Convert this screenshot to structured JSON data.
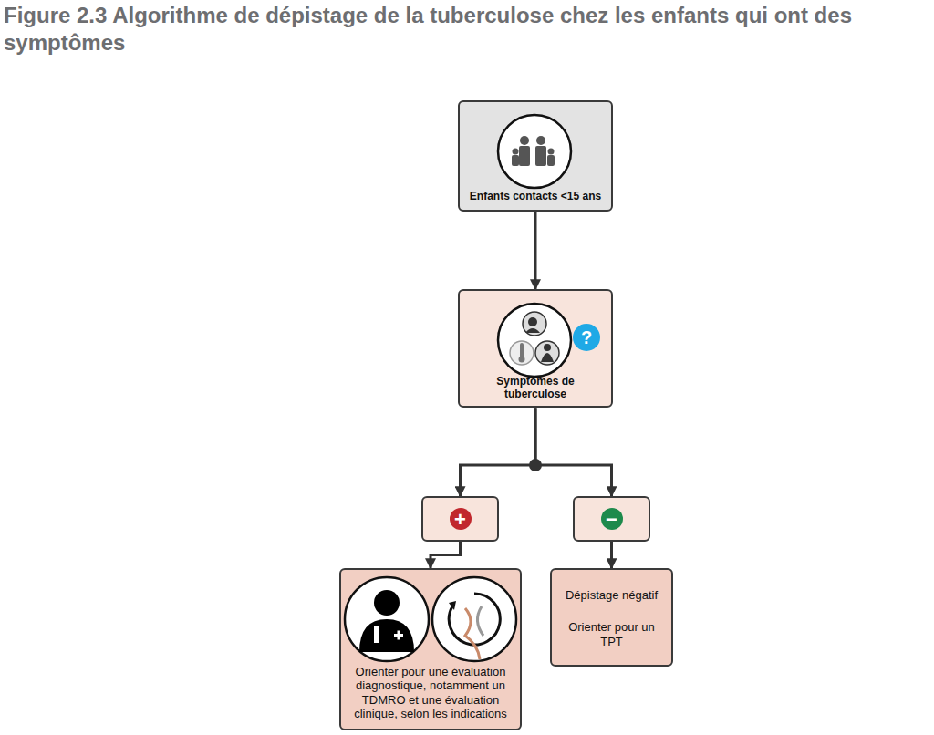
{
  "diagram": {
    "title": "Figure 2.3 Algorithme de dépistage de la tuberculose chez les enfants qui ont des symptômes",
    "nodes": [
      {
        "text": [
          "Enfants contacts <15 ans"
        ]
      },
      {
        "text": [
          "Symptômes de tuberculose"
        ]
      },
      {
        "text": [
          "+"
        ]
      },
      {
        "text": [
          "−"
        ]
      },
      {
        "text": [
          "Orienter pour une évaluation diagnostique, notamment un TDMRO et une évaluation clinique, selon les indications"
        ]
      },
      {
        "text": [
          "Dépistage négatif",
          "Orienter pour un TPT"
        ]
      }
    ],
    "edges": [
      {
        "from": 0,
        "to": 1,
        "arrow": "to"
      },
      {
        "from": 1,
        "to": 2,
        "arrow": "to"
      },
      {
        "from": 1,
        "to": 3,
        "arrow": "to"
      },
      {
        "from": 2,
        "to": 4,
        "arrow": "to"
      },
      {
        "from": 3,
        "to": 5,
        "arrow": "to"
      }
    ],
    "labels": [
      "?"
    ]
  }
}
